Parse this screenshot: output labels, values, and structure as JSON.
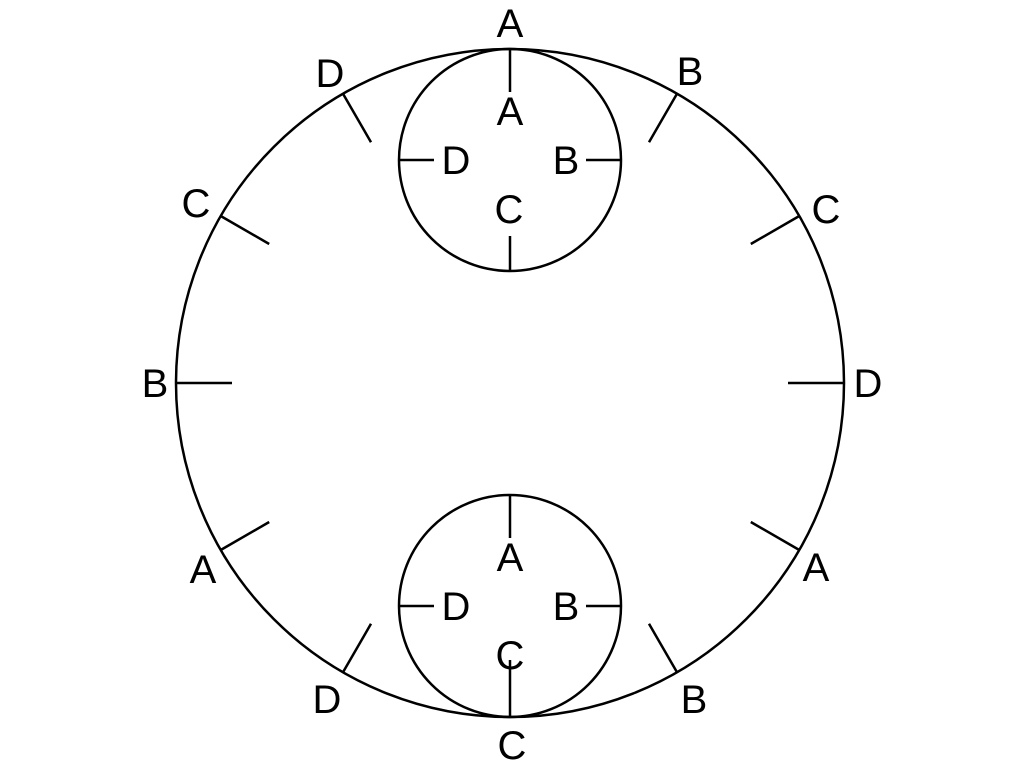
{
  "outer_circle": {
    "labels": [
      "A",
      "B",
      "C",
      "D",
      "A",
      "B",
      "C",
      "D",
      "A",
      "B",
      "C",
      "D"
    ]
  },
  "top_circle": {
    "labels": {
      "top": "A",
      "right": "B",
      "bottom": "C",
      "left": "D"
    }
  },
  "bottom_circle": {
    "labels": {
      "top": "A",
      "right": "B",
      "bottom": "C",
      "left": "D"
    }
  },
  "colors": {
    "stroke": "#000000",
    "background": "#ffffff"
  }
}
